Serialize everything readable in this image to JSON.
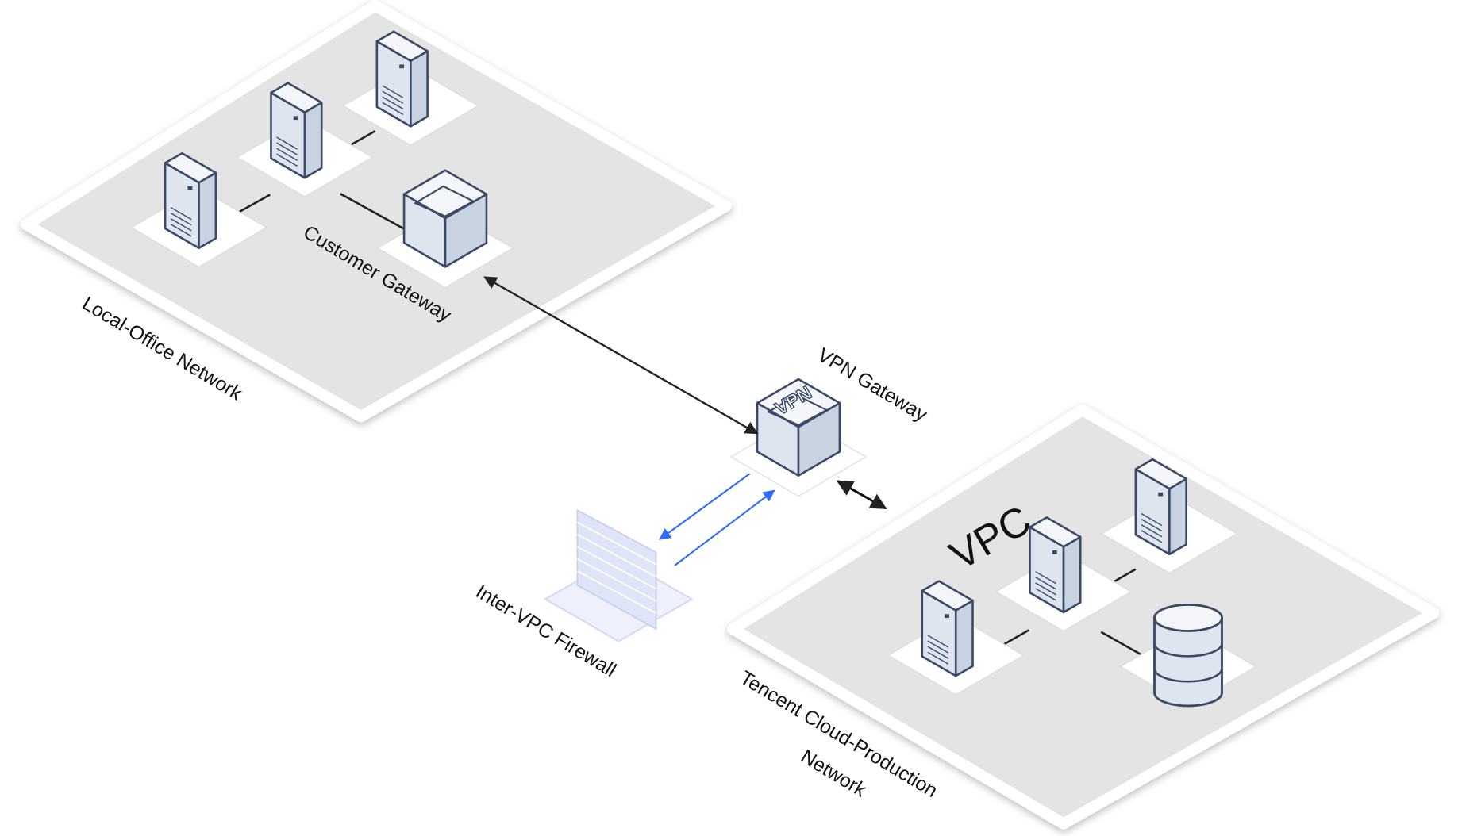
{
  "labels": {
    "customer_gateway": "Customer Gateway",
    "local_office": "Local-Office Network",
    "vpn_gateway": "VPN Gateway",
    "vpn_icon_text": "VPN",
    "firewall": "Inter-VPC Firewall",
    "tencent_line1": "Tencent Cloud-Production",
    "tencent_line2": "Network",
    "vpc": "VPC"
  },
  "colors": {
    "platform": "#e4e4e4",
    "platform_border": "#ffffff",
    "icon_fill": "#e3e8f1",
    "icon_stroke": "#3a4a66",
    "connector": "#222222",
    "blue_arrow": "#2f6df6",
    "firewall": "#dfe5f7"
  }
}
